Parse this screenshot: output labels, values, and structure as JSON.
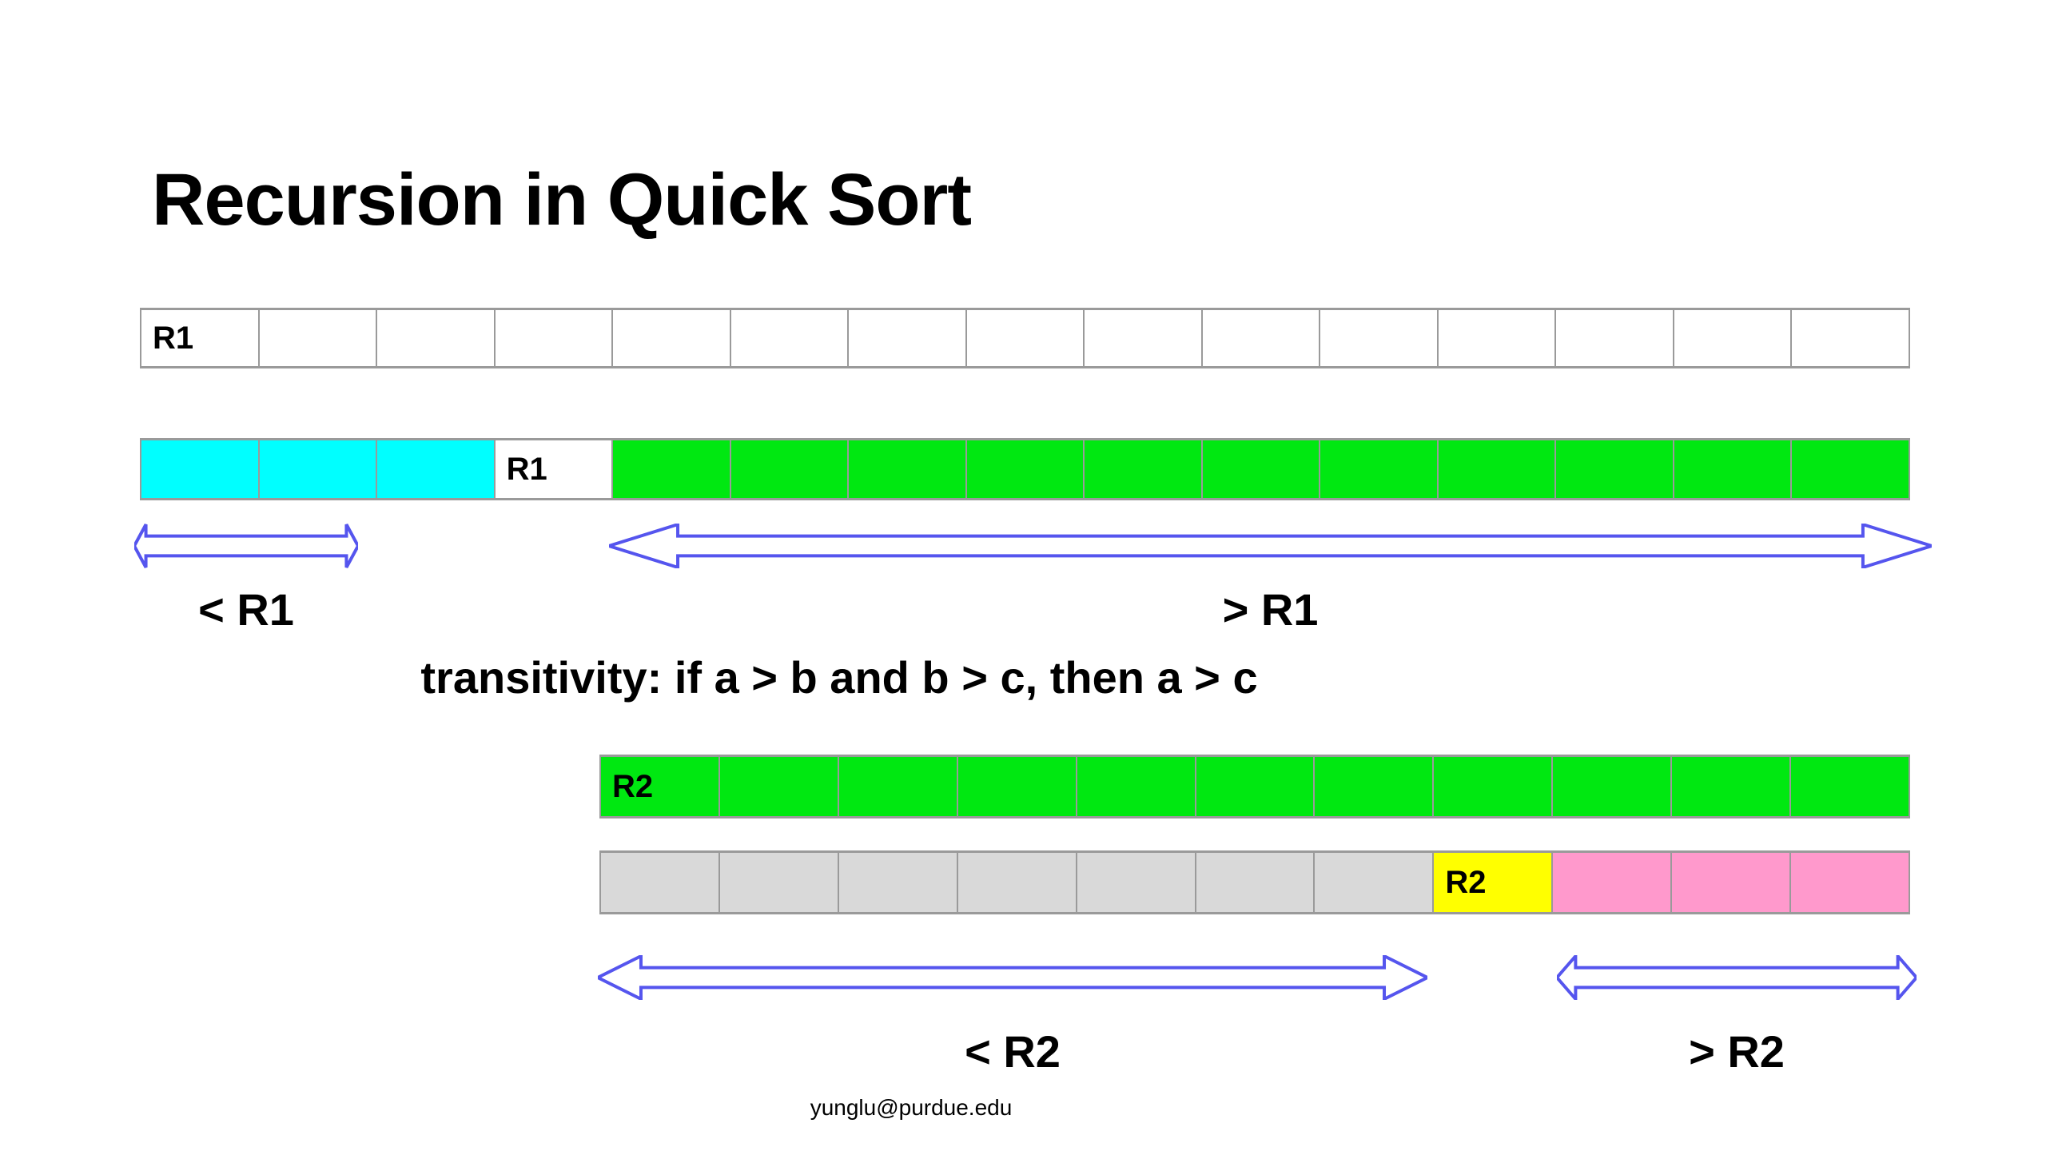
{
  "slide": {
    "title": "Recursion in Quick Sort",
    "footer_email": "yunglu@purdue.edu",
    "transitivity_note": "transitivity: if a > b and b > c, then a > c"
  },
  "colors": {
    "white": "#ffffff",
    "cyan": "#00ffff",
    "green": "#00e811",
    "gray": "#d9d9d9",
    "yellow": "#ffff00",
    "pink": "#ff99cc",
    "cell_border": "#9a9a9a",
    "arrow_stroke": "#5555ee",
    "text": "#000000"
  },
  "rows": [
    {
      "id": "row-1",
      "name": "unsorted-array-row",
      "cell_count": 15,
      "cells": [
        {
          "label": "R1",
          "color": "#ffffff"
        },
        {
          "label": "",
          "color": "#ffffff"
        },
        {
          "label": "",
          "color": "#ffffff"
        },
        {
          "label": "",
          "color": "#ffffff"
        },
        {
          "label": "",
          "color": "#ffffff"
        },
        {
          "label": "",
          "color": "#ffffff"
        },
        {
          "label": "",
          "color": "#ffffff"
        },
        {
          "label": "",
          "color": "#ffffff"
        },
        {
          "label": "",
          "color": "#ffffff"
        },
        {
          "label": "",
          "color": "#ffffff"
        },
        {
          "label": "",
          "color": "#ffffff"
        },
        {
          "label": "",
          "color": "#ffffff"
        },
        {
          "label": "",
          "color": "#ffffff"
        },
        {
          "label": "",
          "color": "#ffffff"
        },
        {
          "label": "",
          "color": "#ffffff"
        }
      ]
    },
    {
      "id": "row-2",
      "name": "partitioned-array-row-r1",
      "cell_count": 15,
      "cells": [
        {
          "label": "",
          "color": "#00ffff"
        },
        {
          "label": "",
          "color": "#00ffff"
        },
        {
          "label": "",
          "color": "#00ffff"
        },
        {
          "label": "R1",
          "color": "#ffffff"
        },
        {
          "label": "",
          "color": "#00e811"
        },
        {
          "label": "",
          "color": "#00e811"
        },
        {
          "label": "",
          "color": "#00e811"
        },
        {
          "label": "",
          "color": "#00e811"
        },
        {
          "label": "",
          "color": "#00e811"
        },
        {
          "label": "",
          "color": "#00e811"
        },
        {
          "label": "",
          "color": "#00e811"
        },
        {
          "label": "",
          "color": "#00e811"
        },
        {
          "label": "",
          "color": "#00e811"
        },
        {
          "label": "",
          "color": "#00e811"
        },
        {
          "label": "",
          "color": "#00e811"
        }
      ]
    },
    {
      "id": "row-3",
      "name": "subarray-row-r2",
      "cell_count": 11,
      "cells": [
        {
          "label": "R2",
          "color": "#00e811"
        },
        {
          "label": "",
          "color": "#00e811"
        },
        {
          "label": "",
          "color": "#00e811"
        },
        {
          "label": "",
          "color": "#00e811"
        },
        {
          "label": "",
          "color": "#00e811"
        },
        {
          "label": "",
          "color": "#00e811"
        },
        {
          "label": "",
          "color": "#00e811"
        },
        {
          "label": "",
          "color": "#00e811"
        },
        {
          "label": "",
          "color": "#00e811"
        },
        {
          "label": "",
          "color": "#00e811"
        },
        {
          "label": "",
          "color": "#00e811"
        }
      ]
    },
    {
      "id": "row-4",
      "name": "partitioned-subarray-row-r2",
      "cell_count": 11,
      "cells": [
        {
          "label": "",
          "color": "#d9d9d9"
        },
        {
          "label": "",
          "color": "#d9d9d9"
        },
        {
          "label": "",
          "color": "#d9d9d9"
        },
        {
          "label": "",
          "color": "#d9d9d9"
        },
        {
          "label": "",
          "color": "#d9d9d9"
        },
        {
          "label": "",
          "color": "#d9d9d9"
        },
        {
          "label": "",
          "color": "#d9d9d9"
        },
        {
          "label": "R2",
          "color": "#ffff00"
        },
        {
          "label": "",
          "color": "#ff99cc"
        },
        {
          "label": "",
          "color": "#ff99cc"
        },
        {
          "label": "",
          "color": "#ff99cc"
        }
      ]
    }
  ],
  "ranges": [
    {
      "id": "lt-r1",
      "caption": "< R1"
    },
    {
      "id": "gt-r1",
      "caption": "> R1"
    },
    {
      "id": "lt-r2",
      "caption": "< R2"
    },
    {
      "id": "gt-r2",
      "caption": "> R2"
    }
  ]
}
